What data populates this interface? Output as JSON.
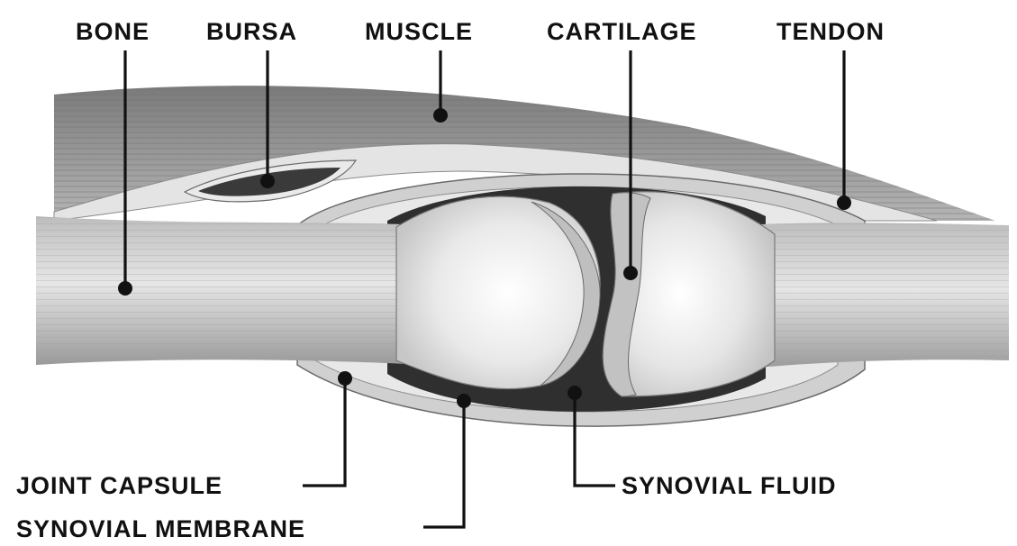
{
  "labels": {
    "bone": "BONE",
    "bursa": "BURSA",
    "muscle": "MUSCLE",
    "cartilage": "CARTILAGE",
    "tendon": "TENDON",
    "joint_capsule": "JOINT CAPSULE",
    "synovial_fluid": "SYNOVIAL FLUID",
    "synovial_membrane": "SYNOVIAL MEMBRANE"
  },
  "colors": {
    "ink": "#111111",
    "bone": "#d9d9d9",
    "bone_light": "#f2f2f2",
    "muscle": "#8e8e8e",
    "capsule": "#c9c9c9",
    "fluid": "#2b2b2b",
    "background": "#ffffff"
  }
}
